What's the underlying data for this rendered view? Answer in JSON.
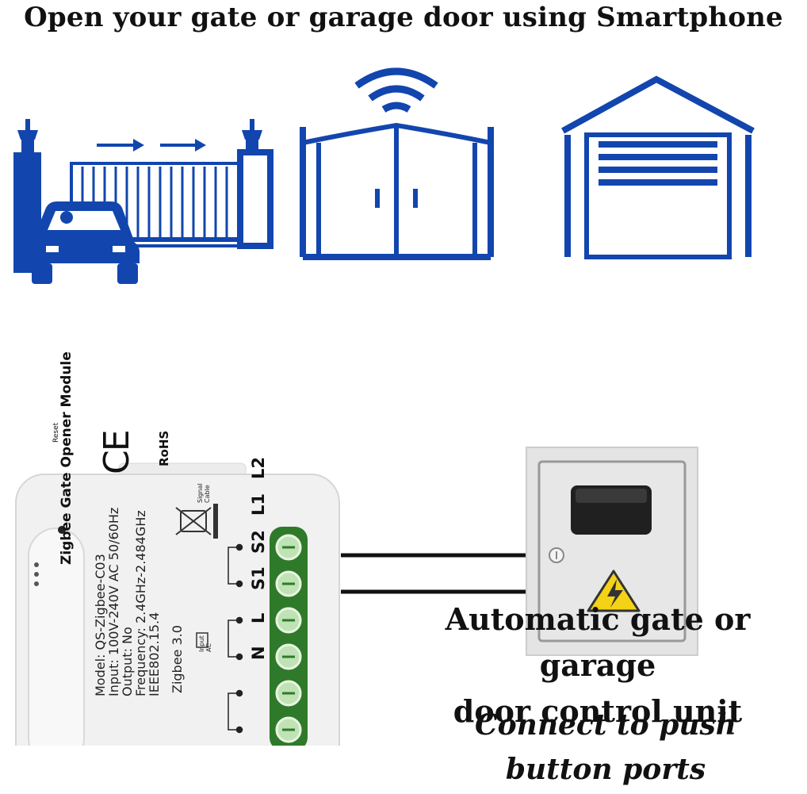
{
  "headline": "Open your gate or garage door using Smartphone",
  "module": {
    "name": "Zigbee Gate Opener Module",
    "reset_label": "Reset",
    "ce_mark": "CE",
    "rohs_label": "RoHS",
    "model": "Model: QS-Zigbee-C03",
    "input": "Input: 100V-240V AC 50/60Hz",
    "output": "Output: No",
    "frequency": "Frequency: 2.4GHz-2.484GHz",
    "standard": "IEEE802.15.4",
    "protocol": "Zigbee 3.0",
    "signal_cable_label": "Signal Cable",
    "input_ac_label": "Input AC",
    "terminals": [
      "L2",
      "L1",
      "S2",
      "S1",
      "L",
      "N"
    ]
  },
  "caption": {
    "title_line1": "Automatic gate or garage",
    "title_line2": "door control unit",
    "sub_line1": "Connect to push",
    "sub_line2": "button ports"
  },
  "colors": {
    "icon_blue": "#1246ae",
    "terminal_green": "#2f7a2a",
    "module_body": "#f1f1f1",
    "cabinet_body": "#e4e4e4",
    "warning_yellow": "#f4d316"
  },
  "icons": [
    "sliding-gate-car-icon",
    "smart-gate-wifi-icon",
    "garage-door-icon",
    "electric-cabinet-icon",
    "high-voltage-warning-icon"
  ]
}
